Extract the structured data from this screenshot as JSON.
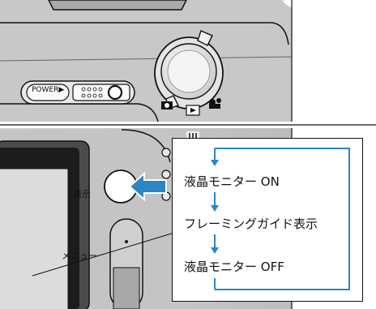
{
  "camera_top": {
    "power_label": "POWER▶"
  },
  "camera_back": {
    "display_button_label": "表示",
    "menu_label": "メニュー"
  },
  "callout": {
    "steps": [
      {
        "label": "液晶モニター ON"
      },
      {
        "label": "フレーミングガイド表示"
      },
      {
        "label": "液晶モニター OFF"
      }
    ],
    "accent_color": "#2a86c4"
  }
}
